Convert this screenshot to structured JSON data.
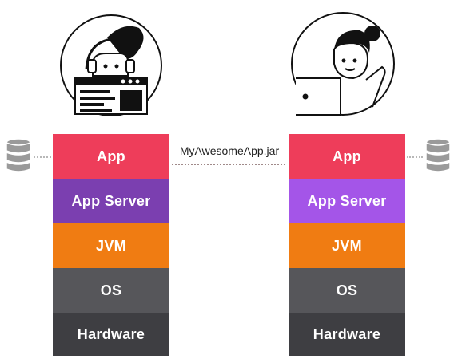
{
  "left_stack": {
    "layers": [
      {
        "label": "App",
        "color": "#ee3d5a"
      },
      {
        "label": "App Server",
        "color": "#7b3fb0"
      },
      {
        "label": "JVM",
        "color": "#f07c12"
      },
      {
        "label": "OS",
        "color": "#56565a"
      },
      {
        "label": "Hardware",
        "color": "#3e3e42"
      }
    ]
  },
  "right_stack": {
    "layers": [
      {
        "label": "App",
        "color": "#ee3d5a"
      },
      {
        "label": "App Server",
        "color": "#a455e8"
      },
      {
        "label": "JVM",
        "color": "#f07c12"
      },
      {
        "label": "OS",
        "color": "#56565a"
      },
      {
        "label": "Hardware",
        "color": "#3e3e42"
      }
    ]
  },
  "transfer": {
    "label": "MyAwesomeApp.jar"
  },
  "icons": {
    "left_person": "developer-avatar-icon",
    "right_person": "operator-avatar-icon",
    "database": "database-icon"
  }
}
